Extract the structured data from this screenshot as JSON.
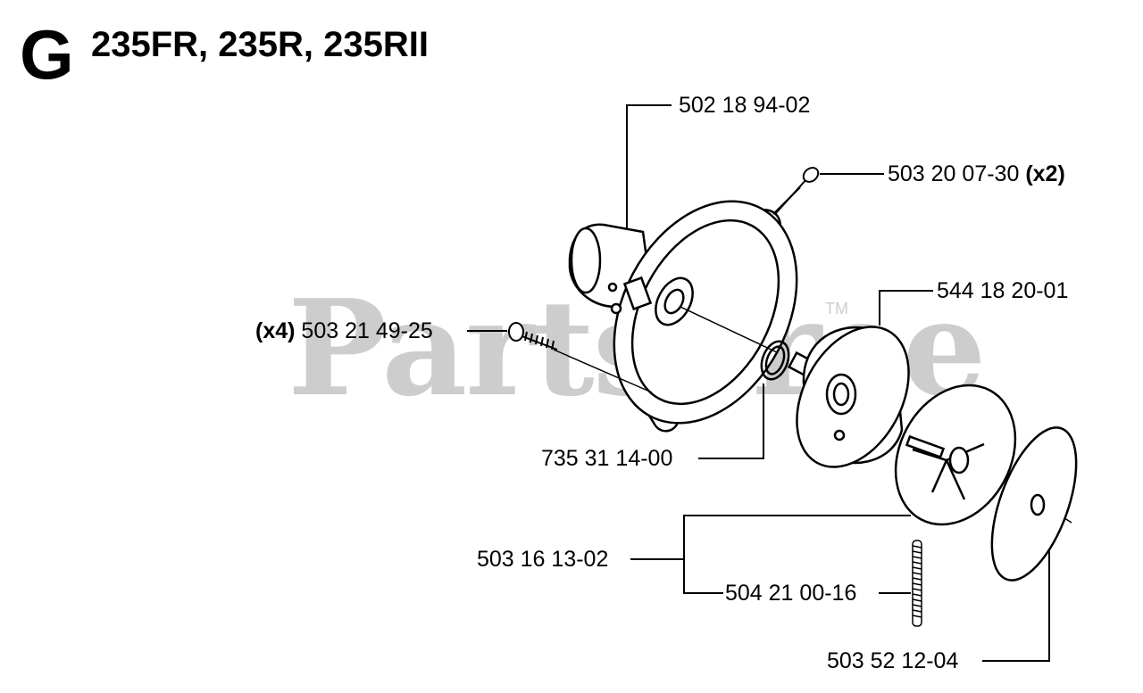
{
  "header": {
    "section_letter": "G",
    "models": "235FR, 235R, 235RII"
  },
  "watermark": {
    "text": "PartsTree",
    "trademark": "TM"
  },
  "parts": [
    {
      "part_number": "502 18 94-02",
      "qty": ""
    },
    {
      "part_number": "503 20 07-30",
      "qty": "(x2)"
    },
    {
      "part_number": "544 18 20-01",
      "qty": ""
    },
    {
      "part_number": "503 21 49-25",
      "qty": "(x4)"
    },
    {
      "part_number": "735 31 14-00",
      "qty": ""
    },
    {
      "part_number": "503 16 13-02",
      "qty": ""
    },
    {
      "part_number": "504 21 00-16",
      "qty": ""
    },
    {
      "part_number": "503 52 12-04",
      "qty": ""
    }
  ]
}
